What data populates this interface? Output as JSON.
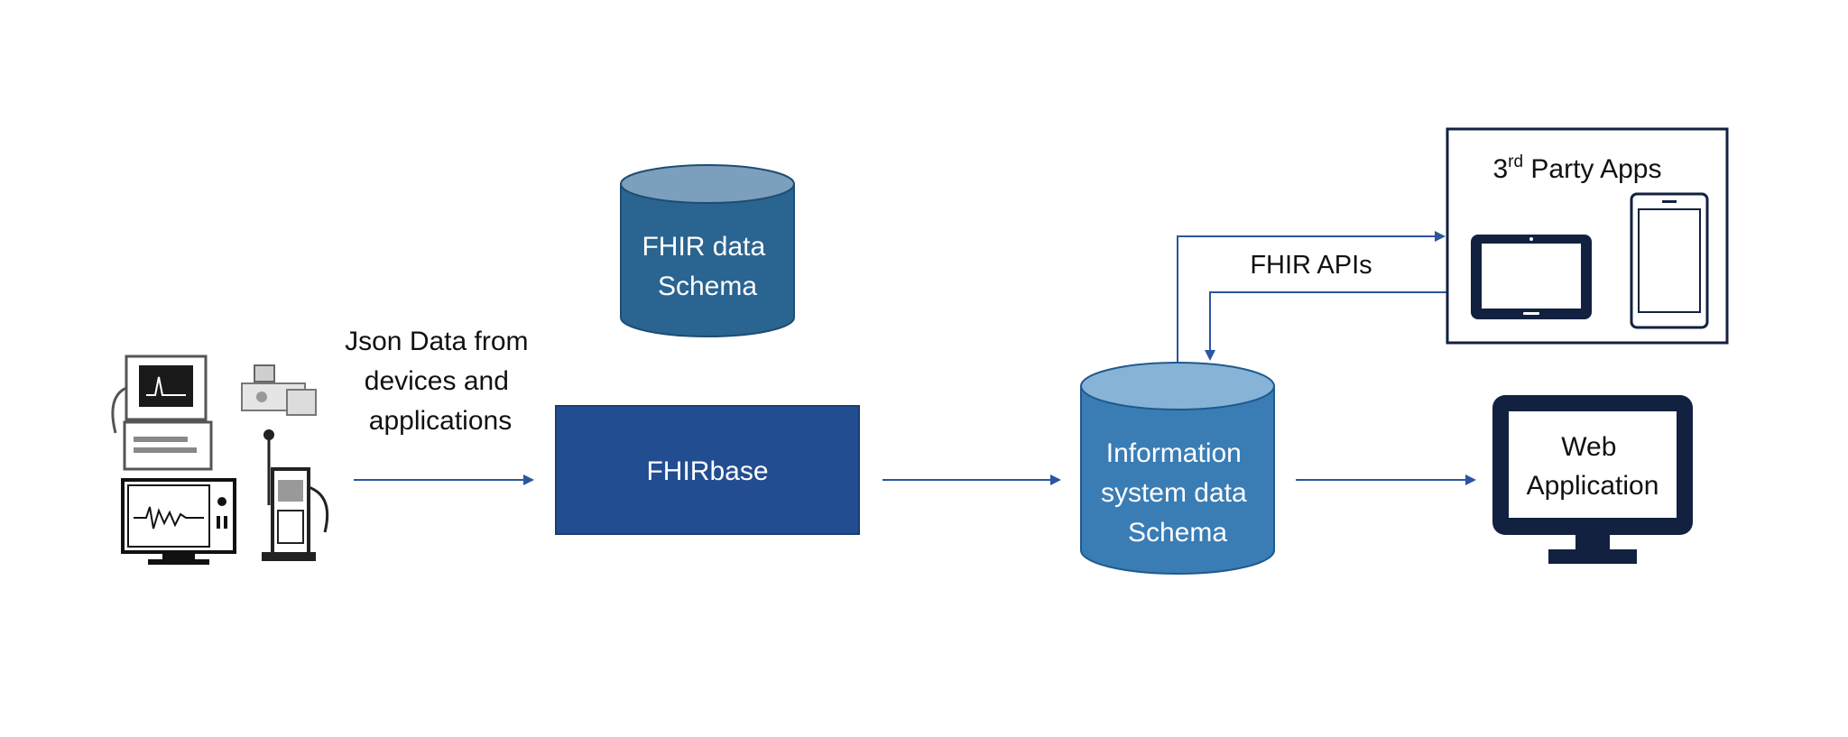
{
  "diagram": {
    "input_label": [
      "Json Data from",
      "devices and",
      "applications"
    ],
    "fhir_schema": [
      "FHIR data",
      "Schema"
    ],
    "fhirbase": "FHIRbase",
    "info_schema": [
      "Information",
      "system data",
      "Schema"
    ],
    "apis_label": "FHIR APIs",
    "third_party": {
      "prefix": "3",
      "superscript": "rd",
      "suffix": " Party Apps"
    },
    "web_app": [
      "Web",
      "Application"
    ]
  },
  "colors": {
    "fhir_schema": "#2a6491",
    "fhir_schema_top": "#7b9fbd",
    "fhirbase": "#234d91",
    "info_schema": "#3a7db5",
    "info_schema_top": "#87b3d6",
    "arrow": "#2b55a0",
    "dark_navy": "#12213f"
  },
  "icons": {
    "devices": "medical-devices-icon",
    "tablet": "tablet-icon",
    "phone": "phone-icon",
    "monitor": "monitor-icon"
  }
}
